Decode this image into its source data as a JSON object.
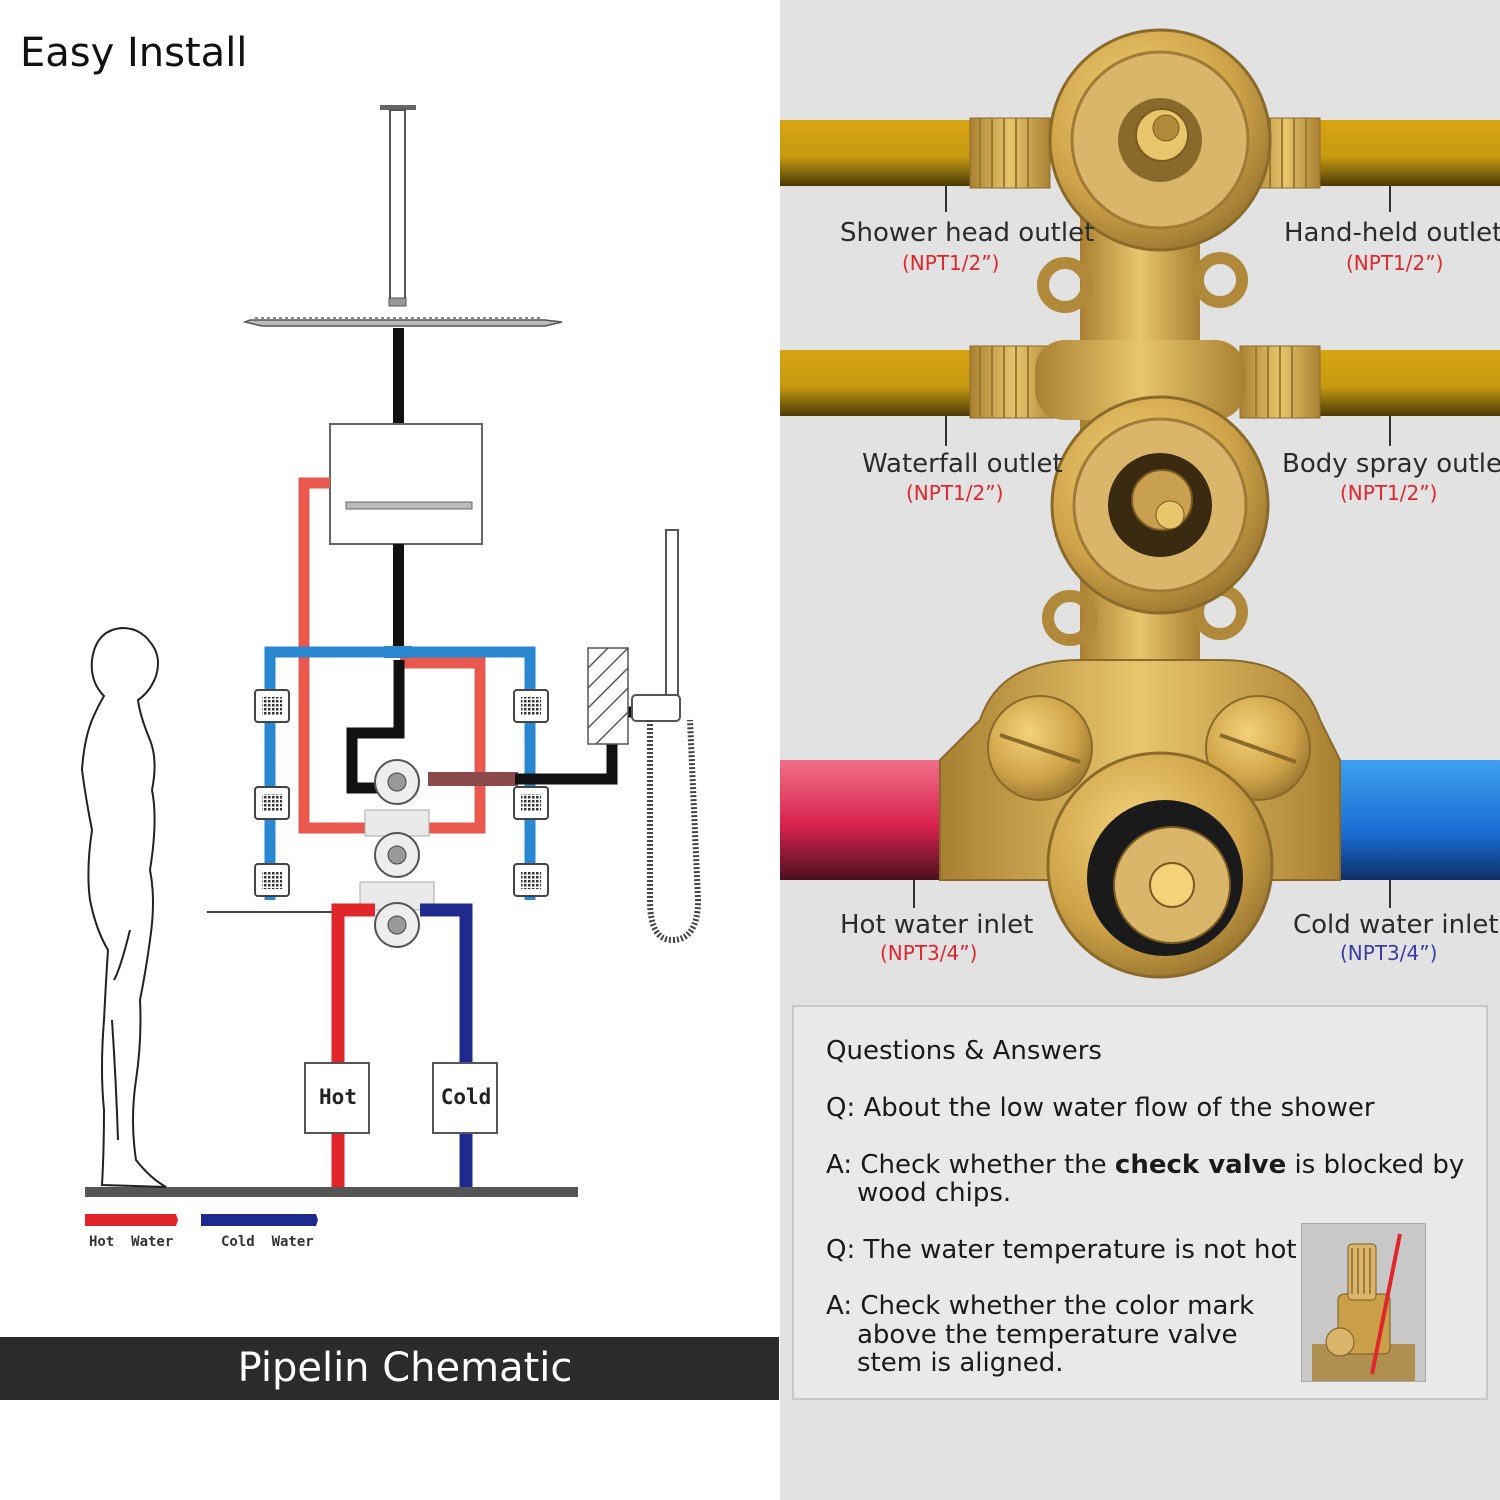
{
  "left_panel": {
    "title": "Easy Install",
    "banner": "Pipelin Chematic",
    "box_labels": {
      "hot": "Hot",
      "cold": "Cold"
    },
    "legend": {
      "hot": "Hot  Water",
      "cold": "Cold  Water"
    }
  },
  "right_panel": {
    "outlets": [
      {
        "label": "Shower head outlet",
        "spec": "(NPT1/2”)"
      },
      {
        "label": "Hand-held outlet",
        "spec": "(NPT1/2”)"
      },
      {
        "label": "Waterfall outlet",
        "spec": "(NPT1/2”)"
      },
      {
        "label": "Body spray outlet",
        "spec": "(NPT1/2”)"
      },
      {
        "label": "Hot water inlet",
        "spec": "(NPT3/4”)"
      },
      {
        "label": "Cold water inlet",
        "spec": "(NPT3/4”)"
      }
    ],
    "qa": {
      "heading": "Questions & Answers",
      "q1": "Q: About the low water flow of the shower",
      "a1_prefix": "A: Check whether the ",
      "a1_bold": "check valve",
      "a1_suffix": " is blocked by",
      "a1_line2": "wood chips.",
      "q2": "Q: The water temperature is not hot",
      "a2_line1": "A: Check whether the color mark",
      "a2_line2": "above the temperature valve",
      "a2_line3": "stem is aligned."
    }
  },
  "colors": {
    "hot": "#e0262b",
    "hot_light": "#e8584f",
    "cold": "#1f2a8f",
    "blue_pipe": "#2a88d0",
    "spec_red": "#e0262b",
    "spec_blue": "#3a3aa8",
    "brass": "#c9a23a",
    "banner": "#2b2b2b"
  },
  "icons": [
    "rain-shower-head-icon",
    "waterfall-spout-icon",
    "body-jet-icon",
    "hand-shower-icon",
    "mixer-valve-icon",
    "human-figure-icon"
  ]
}
